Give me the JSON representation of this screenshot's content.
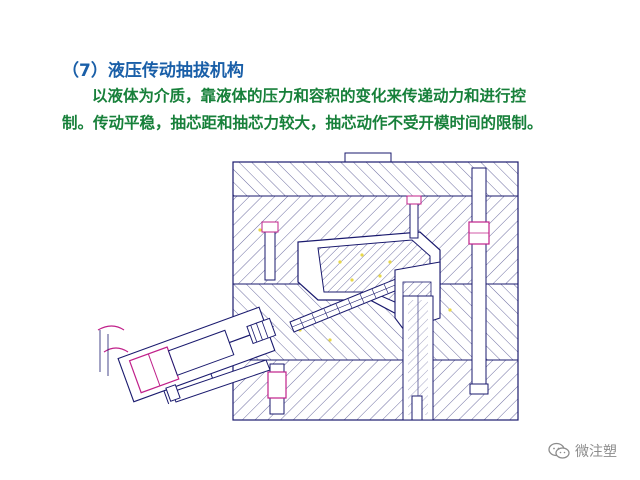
{
  "slide": {
    "title": "（7）液压传动抽拔机构",
    "body_line_1": "以液体为介质，靠液体的压力和容积的变化来传递动力和进行控",
    "body_line_2": "制。传动平稳，抽芯距和抽芯力较大，抽芯动作不受开模时间的限制。"
  },
  "watermark": {
    "text": "微注塑",
    "icon": "wechat-icon"
  },
  "colors": {
    "title": "#1a5fa8",
    "body_text": "#17803a",
    "drawing_lines": "#1a1a6e",
    "hatch": "#4a4a8a",
    "cylinder": "#c0208a",
    "watermark": "#8c8c8c"
  }
}
